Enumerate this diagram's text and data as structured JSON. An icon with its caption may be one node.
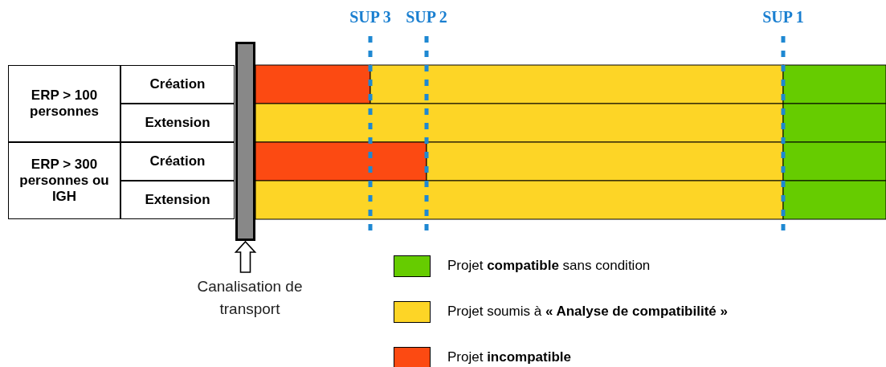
{
  "diagram": {
    "nodes": [
      {
        "text": [
          "ERP > 100 personnes"
        ]
      },
      {
        "text": [
          "Création"
        ]
      },
      {
        "text": [
          "Extension"
        ]
      },
      {
        "text": [
          "ERP > 300 personnes ou IGH"
        ]
      },
      {
        "text": [
          "Création"
        ]
      },
      {
        "text": [
          "Extension"
        ]
      },
      {
        "text": [],
        "shape": "bar"
      },
      {
        "text": [
          "Canalisation de transport"
        ]
      }
    ],
    "edges": [
      {
        "from": 7,
        "to": 6,
        "arrow": "to"
      }
    ],
    "labels": [
      "SUP 3",
      "SUP 2",
      "SUP 1"
    ],
    "legend": [
      {
        "text": "Projet **compatible** sans condition",
        "color": "#66cc00"
      },
      {
        "text": "Projet soumis à **« Analyse de compatibilité »**",
        "color": "#fdd526"
      },
      {
        "text": "Projet **incompatible**",
        "color": "#fc4a12"
      }
    ]
  }
}
